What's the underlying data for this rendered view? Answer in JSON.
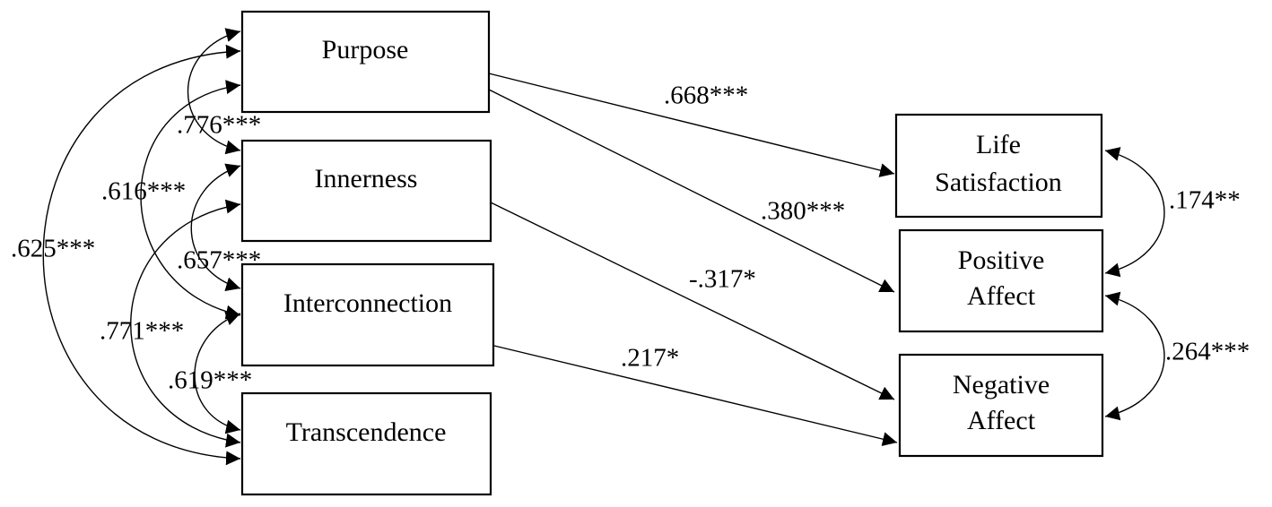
{
  "nodes": {
    "purpose": "Purpose",
    "innerness": "Innerness",
    "interconnection": "Interconnection",
    "transcendence": "Transcendence",
    "life_satisfaction": [
      "Life",
      "Satisfaction"
    ],
    "positive_affect": [
      "Positive",
      "Affect"
    ],
    "negative_affect": [
      "Negative",
      "Affect"
    ]
  },
  "coefficients": {
    "purpose_innerness": ".776***",
    "purpose_interconnection": ".616***",
    "purpose_transcendence": ".625***",
    "innerness_interconnection": ".657***",
    "innerness_transcendence": ".771***",
    "interconnection_transcendence": ".619***",
    "purpose_life_satisfaction": ".668***",
    "purpose_positive_affect": ".380***",
    "innerness_negative_affect": "-.317*",
    "interconnection_negative_affect": ".217*",
    "life_satisfaction_positive_affect": ".174**",
    "positive_affect_negative_affect": ".264***"
  }
}
